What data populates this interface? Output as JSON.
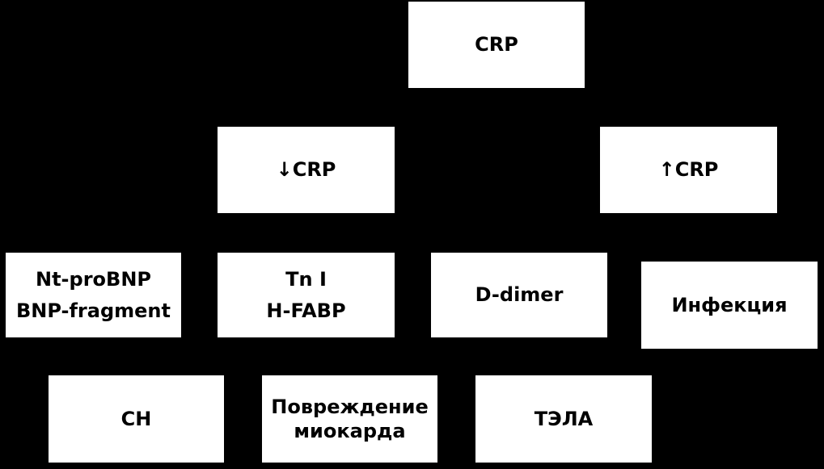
{
  "diagram": {
    "root": {
      "label": "CRP"
    },
    "branch_low": {
      "label": "↓CRP"
    },
    "branch_high": {
      "label": "↑CRP"
    },
    "markers": {
      "bnp": {
        "line1": "Nt-proBNP",
        "line2": "BNP-fragment"
      },
      "troponin": {
        "line1": "Tn I",
        "line2": "H-FABP"
      },
      "ddimer": {
        "label": "D-dimer"
      },
      "infection": {
        "label": "Инфекция"
      }
    },
    "outcomes": {
      "ch": {
        "label": "СН"
      },
      "injury": {
        "line1": "Повреждение",
        "line2": "миокарда"
      },
      "tela": {
        "label": "ТЭЛА"
      }
    }
  },
  "colors": {
    "background": "#000000",
    "box": "#ffffff",
    "text": "#000000"
  }
}
